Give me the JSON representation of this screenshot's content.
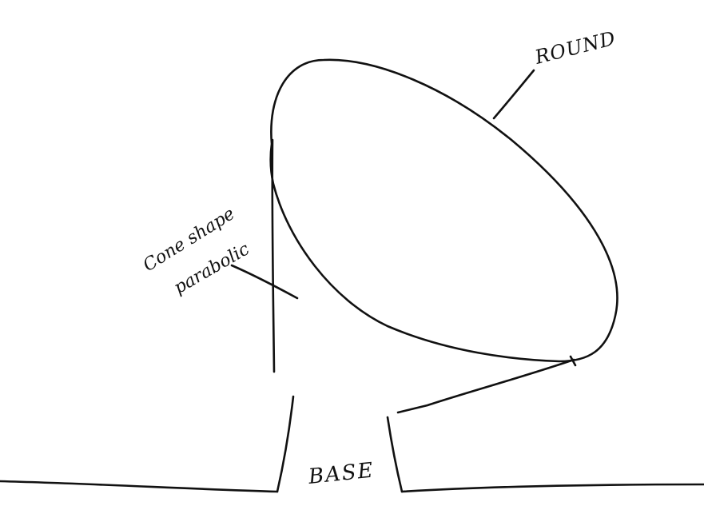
{
  "labels": {
    "round": "ROUND",
    "cone_line1": "Cone shape",
    "cone_line2": "parabolic",
    "base": "BASE"
  },
  "colors": {
    "ink": "#111111",
    "paper": "#ffffff"
  }
}
